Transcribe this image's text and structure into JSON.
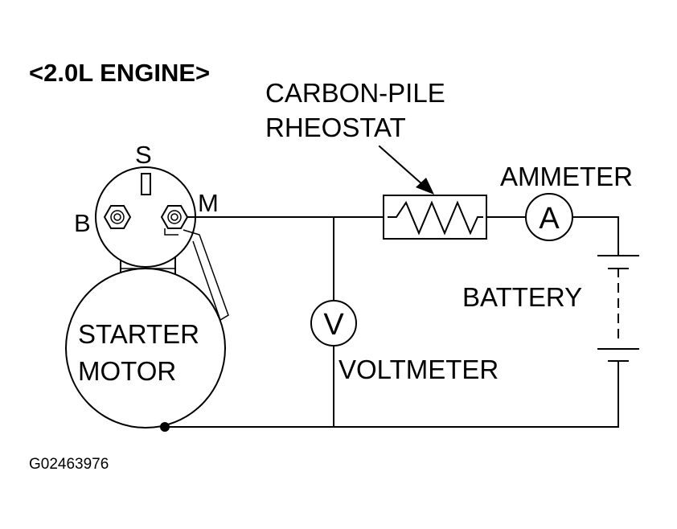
{
  "title": "<2.0L ENGINE>",
  "labels": {
    "rheostat_line1": "CARBON-PILE",
    "rheostat_line2": "RHEOSTAT",
    "ammeter": "AMMETER",
    "ammeter_symbol": "A",
    "battery": "BATTERY",
    "voltmeter": "VOLTMETER",
    "voltmeter_symbol": "V",
    "starter_line1": "STARTER",
    "starter_line2": "MOTOR",
    "terminal_s": "S",
    "terminal_b": "B",
    "terminal_m": "M"
  },
  "figure_id": "G02463976",
  "colors": {
    "line": "#000000",
    "background": "#ffffff"
  }
}
